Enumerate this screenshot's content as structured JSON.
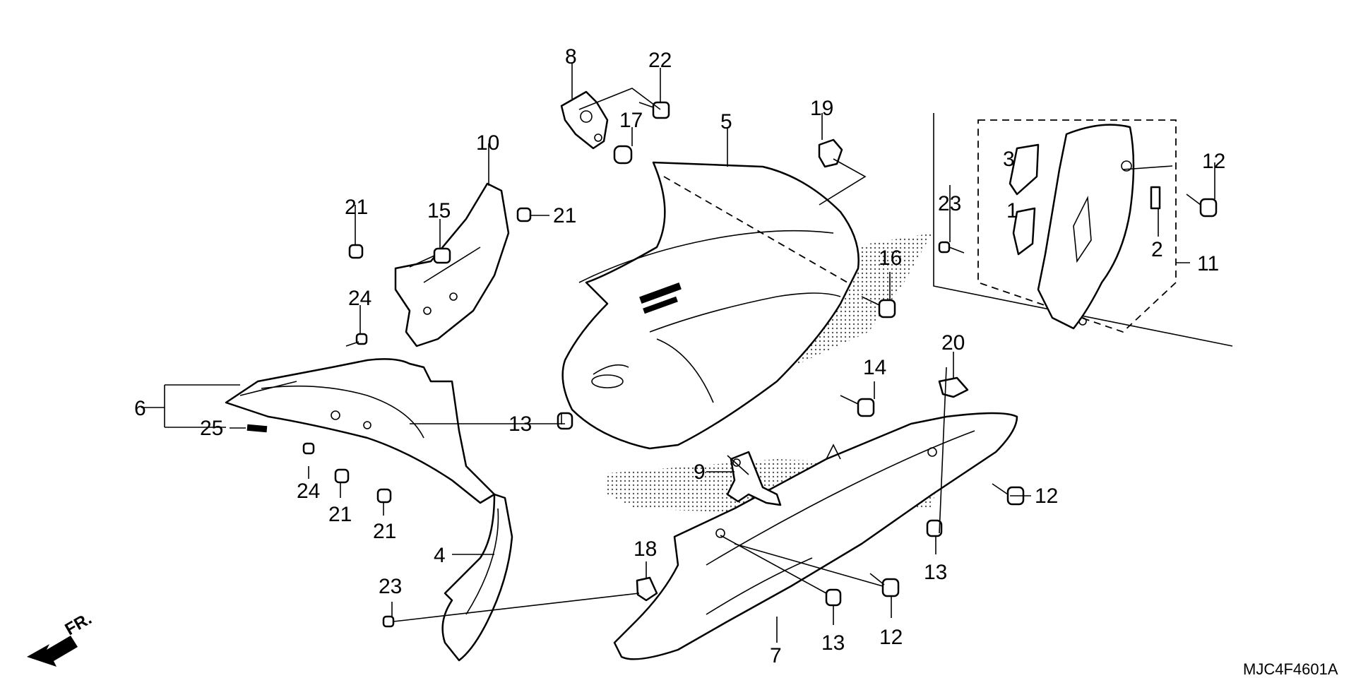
{
  "diagram": {
    "drawing_code": "MJC4F4601A",
    "direction_label": "FR.",
    "part_labels": [
      "1",
      "2",
      "3",
      "4",
      "5",
      "6",
      "7",
      "8",
      "9",
      "10",
      "11",
      "12",
      "12",
      "12",
      "13",
      "13",
      "13",
      "14",
      "15",
      "16",
      "17",
      "18",
      "19",
      "20",
      "21",
      "21",
      "21",
      "21",
      "22",
      "23",
      "23",
      "24",
      "24",
      "25"
    ]
  }
}
